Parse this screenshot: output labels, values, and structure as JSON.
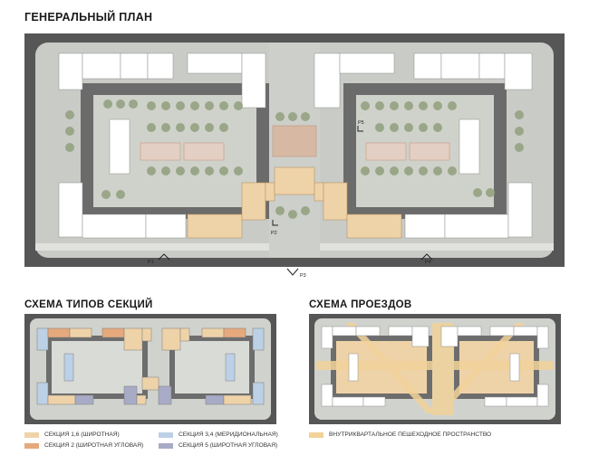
{
  "titles": {
    "master_plan": "ГЕНЕРАЛЬНЫЙ ПЛАН",
    "section_types": "СХЕМА ТИПОВ СЕКЦИЙ",
    "driveways": "СХЕМА ПРОЕЗДОВ"
  },
  "markers": {
    "p1": "P1",
    "p2": "P2",
    "p3": "P3",
    "p4": "P4",
    "p5": "P5"
  },
  "legend_sections": [
    {
      "label": "СЕКЦИЯ 1,6 (ШИРОТНАЯ)",
      "color": "#efd3a8"
    },
    {
      "label": "СЕКЦИЯ 2 (ШИРОТНАЯ УГЛОВАЯ)",
      "color": "#e6a97c"
    },
    {
      "label": "СЕКЦИЯ 3,4 (МЕРИДИОНАЛЬНАЯ)",
      "color": "#bcd1e6"
    },
    {
      "label": "СЕКЦИЯ 5 (ШИРОТНАЯ УГЛОВАЯ)",
      "color": "#a7abc6"
    }
  ],
  "legend_driveways": [
    {
      "label": "ВНУТРИКВАРТАЛЬНОЕ ПЕШЕХОДНОЕ ПРОСТРАНСТВО",
      "color": "#f2d29a"
    }
  ],
  "colors": {
    "frame": "#565656",
    "ground": "#d6d8d2",
    "road": "#c5c7c3",
    "building": "#ffffff",
    "courtyard_wall": "#6d6d6d",
    "tree": "#9aa688",
    "highlight": "#efd3a8"
  }
}
